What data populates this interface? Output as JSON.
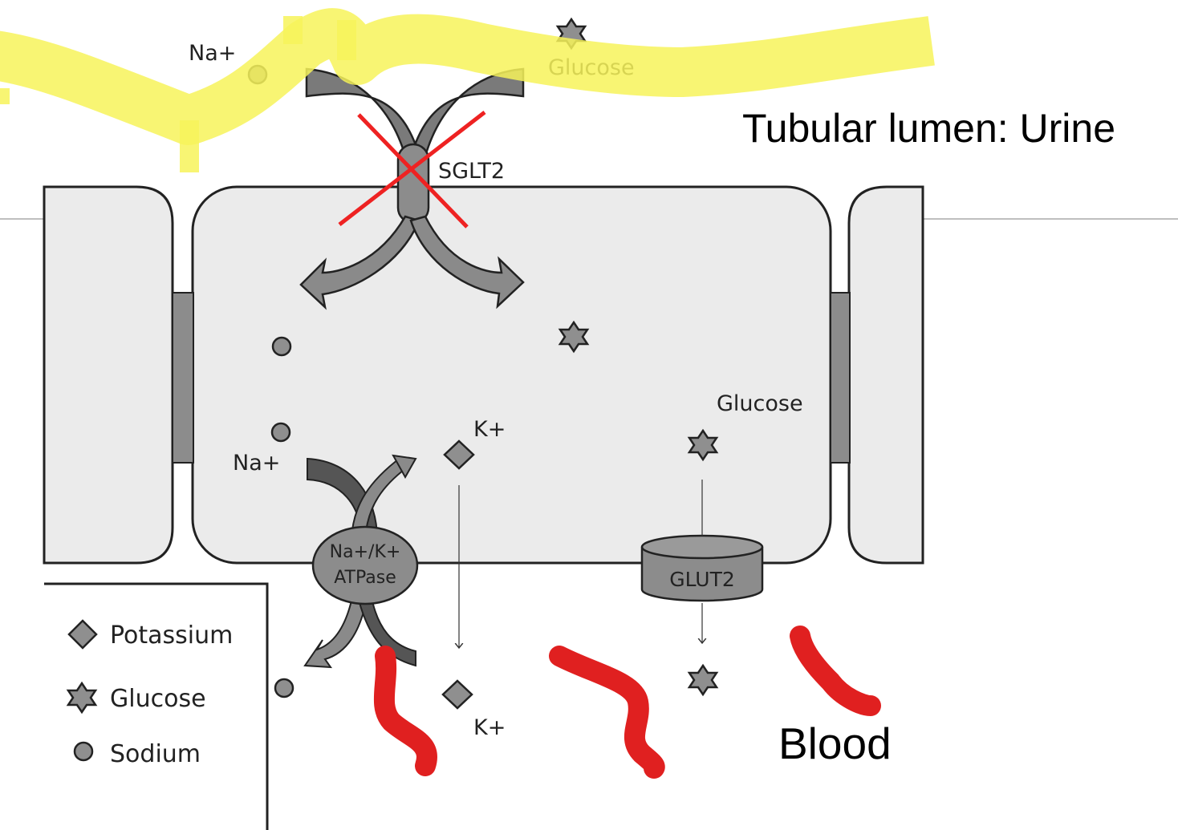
{
  "top": {
    "sodium_label": "Na+",
    "glucose_label": "Glucose",
    "transporter_label": "SGLT2"
  },
  "cell": {
    "sodium_label": "Na+",
    "potassium_label": "K+",
    "glucose_label": "Glucose",
    "pump_label_line1": "Na+/K+",
    "pump_label_line2": "ATPase",
    "glut_label": "GLUT2"
  },
  "bottom": {
    "potassium_label": "K+"
  },
  "legend": {
    "items": [
      {
        "icon": "diamond",
        "label": "Potassium"
      },
      {
        "icon": "star",
        "label": "Glucose"
      },
      {
        "icon": "circle",
        "label": "Sodium"
      }
    ]
  },
  "annotations": {
    "lumen_label": "Tubular lumen: Urine",
    "blood_label": "Blood",
    "highlight_color": "#f7f35a",
    "cross_color": "#ee2222",
    "scribble_color": "#e02020"
  },
  "colors": {
    "cell_fill": "#ebebeb",
    "protein_fill": "#8c8c8c",
    "arrow_fill": "#888888",
    "ion_fill": "#8f8f8f"
  }
}
